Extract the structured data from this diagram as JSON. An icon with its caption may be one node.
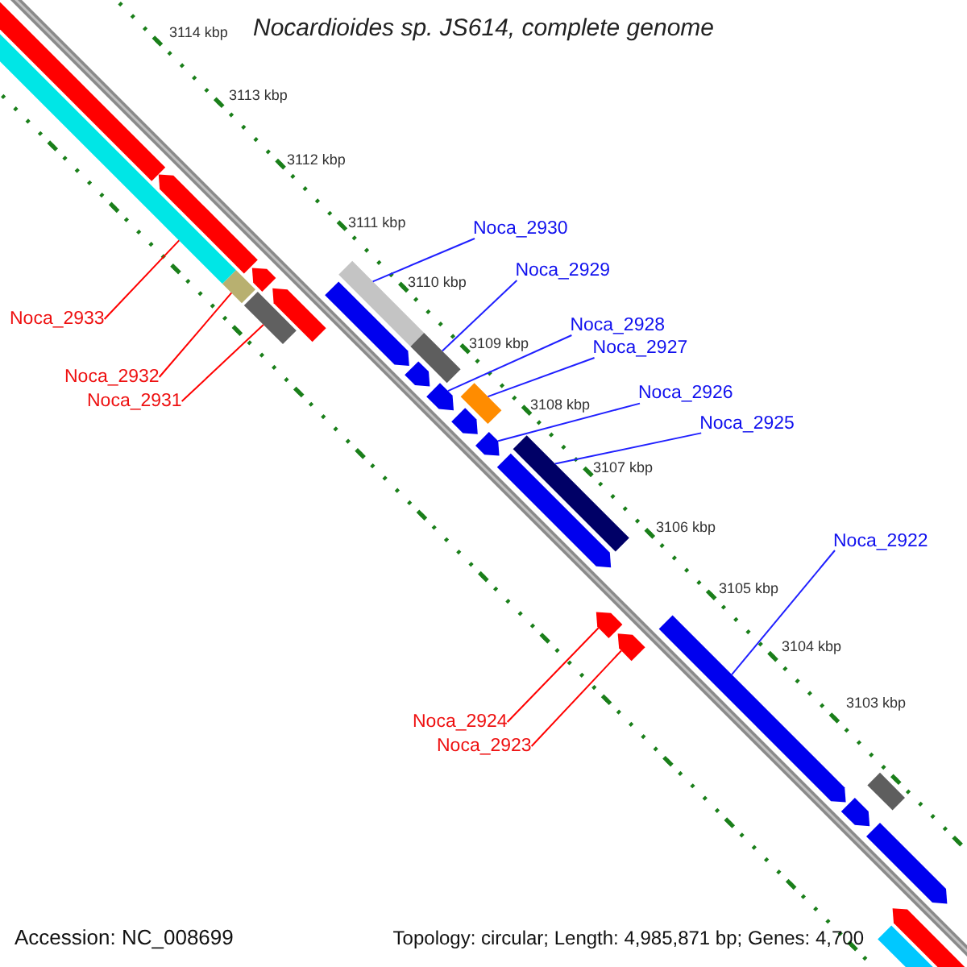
{
  "diagram": {
    "title": "Nocardioides sp. JS614, complete genome",
    "nodes": [
      {
        "text": [
          "Noca_2930"
        ]
      },
      {
        "text": [
          "Noca_2929"
        ]
      },
      {
        "text": [
          "Noca_2928"
        ]
      },
      {
        "text": [
          "Noca_2927"
        ]
      },
      {
        "text": [
          "Noca_2933"
        ]
      },
      {
        "text": [
          "Noca_2926"
        ]
      },
      {
        "text": [
          "Noca_2932"
        ]
      },
      {
        "text": [
          "Noca_2931"
        ]
      },
      {
        "text": [
          "Noca_2925"
        ]
      },
      {
        "text": [
          "Noca_2922"
        ]
      },
      {
        "text": [
          "Noca_2924"
        ]
      },
      {
        "text": [
          "Noca_2923"
        ]
      },
      {
        "text": [],
        "shape": "arrow"
      },
      {
        "text": [],
        "shape": "box"
      },
      {
        "text": [],
        "shape": "arrow"
      },
      {
        "text": [],
        "shape": "box"
      },
      {
        "text": [],
        "shape": "arrow"
      },
      {
        "text": [],
        "shape": "box"
      },
      {
        "text": [],
        "shape": "arrow"
      },
      {
        "text": [],
        "shape": "box"
      },
      {
        "text": [],
        "shape": "arrow"
      },
      {
        "text": [],
        "shape": "box"
      },
      {
        "text": [],
        "shape": "arrow"
      },
      {
        "text": [],
        "shape": "arrow"
      },
      {
        "text": [],
        "shape": "box"
      },
      {
        "text": [],
        "shape": "arrow"
      },
      {
        "text": [],
        "shape": "arrow"
      },
      {
        "text": [],
        "shape": "box"
      },
      {
        "text": [],
        "shape": "arrow"
      },
      {
        "text": [],
        "shape": "arrow"
      },
      {
        "text": [],
        "shape": "arrow"
      },
      {
        "text": [],
        "shape": "arrow"
      },
      {
        "text": [],
        "shape": "arrow"
      },
      {
        "text": [],
        "shape": "box"
      },
      {
        "text": [],
        "shape": "arrow"
      },
      {
        "text": [],
        "shape": "arrow"
      },
      {
        "text": [],
        "shape": "box"
      }
    ],
    "edges": [
      {
        "from": 0,
        "to": 19,
        "arrow": "none"
      },
      {
        "from": 1,
        "to": 21,
        "arrow": "none"
      },
      {
        "from": 2,
        "to": 23,
        "arrow": "none"
      },
      {
        "from": 3,
        "to": 24,
        "arrow": "none"
      },
      {
        "from": 4,
        "to": 13,
        "arrow": "none",
        "color": "#ff0000"
      },
      {
        "from": 5,
        "to": 26,
        "arrow": "none"
      },
      {
        "from": 6,
        "to": 15,
        "arrow": "none",
        "color": "#ff0000"
      },
      {
        "from": 7,
        "to": 17,
        "arrow": "none",
        "color": "#ff0000"
      },
      {
        "from": 8,
        "to": 27,
        "arrow": "none"
      },
      {
        "from": 9,
        "to": 31,
        "arrow": "none"
      },
      {
        "from": 10,
        "to": 29,
        "arrow": "none",
        "color": "#ff0000"
      },
      {
        "from": 11,
        "to": 30,
        "arrow": "none",
        "color": "#ff0000"
      }
    ],
    "labels": [
      "3114 kbp",
      "3113 kbp",
      "3112 kbp",
      "3111 kbp",
      "3110 kbp",
      "3109 kbp",
      "3108 kbp",
      "3107 kbp",
      "3106 kbp",
      "3105 kbp",
      "3104 kbp",
      "3103 kbp",
      "Accession: NC_008699",
      "Topology: circular; Length: 4,985,871 bp; Genes: 4,700"
    ]
  }
}
